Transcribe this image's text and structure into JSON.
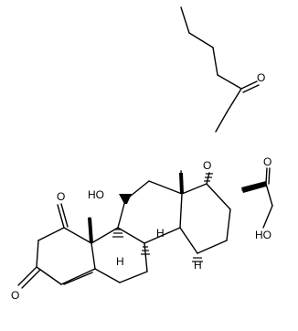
{
  "structure": {
    "labels": {
      "ester_oxygen": "O",
      "ester_carbonyl_oxygen": "O",
      "side_chain_ketone_oxygen": "O",
      "terminal_hydroxyl": "HO",
      "c11_hydroxyl": "HO",
      "c1_ketone_oxygen": "O",
      "c3_ketone_oxygen": "O",
      "h8": "H",
      "h9": "H",
      "h14": "H"
    },
    "colors": {
      "bond": "#000000",
      "background": "#ffffff"
    }
  }
}
